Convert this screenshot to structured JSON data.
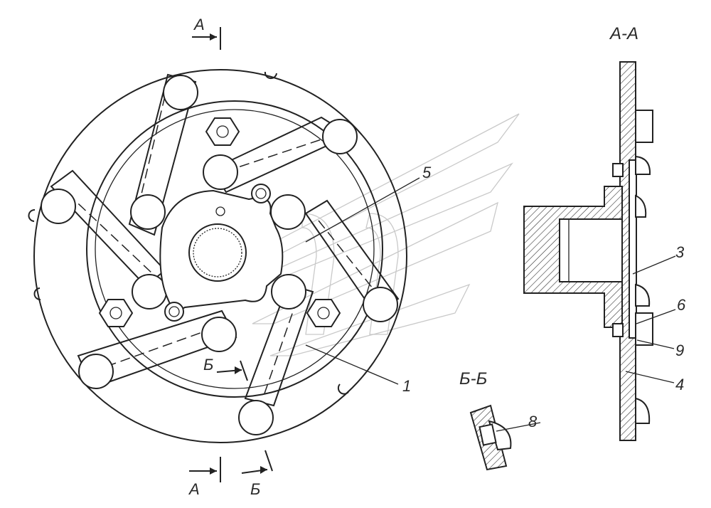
{
  "section_marks": {
    "a_top": "А",
    "a_bottom": "А",
    "b_left": "Б",
    "b_bottom": "Б"
  },
  "view_titles": {
    "section_a": "А-А",
    "section_b": "Б-Б"
  },
  "callouts": {
    "p1": "1",
    "p3": "3",
    "p4": "4",
    "p5": "5",
    "p6": "6",
    "p8": "8",
    "p9": "9"
  }
}
